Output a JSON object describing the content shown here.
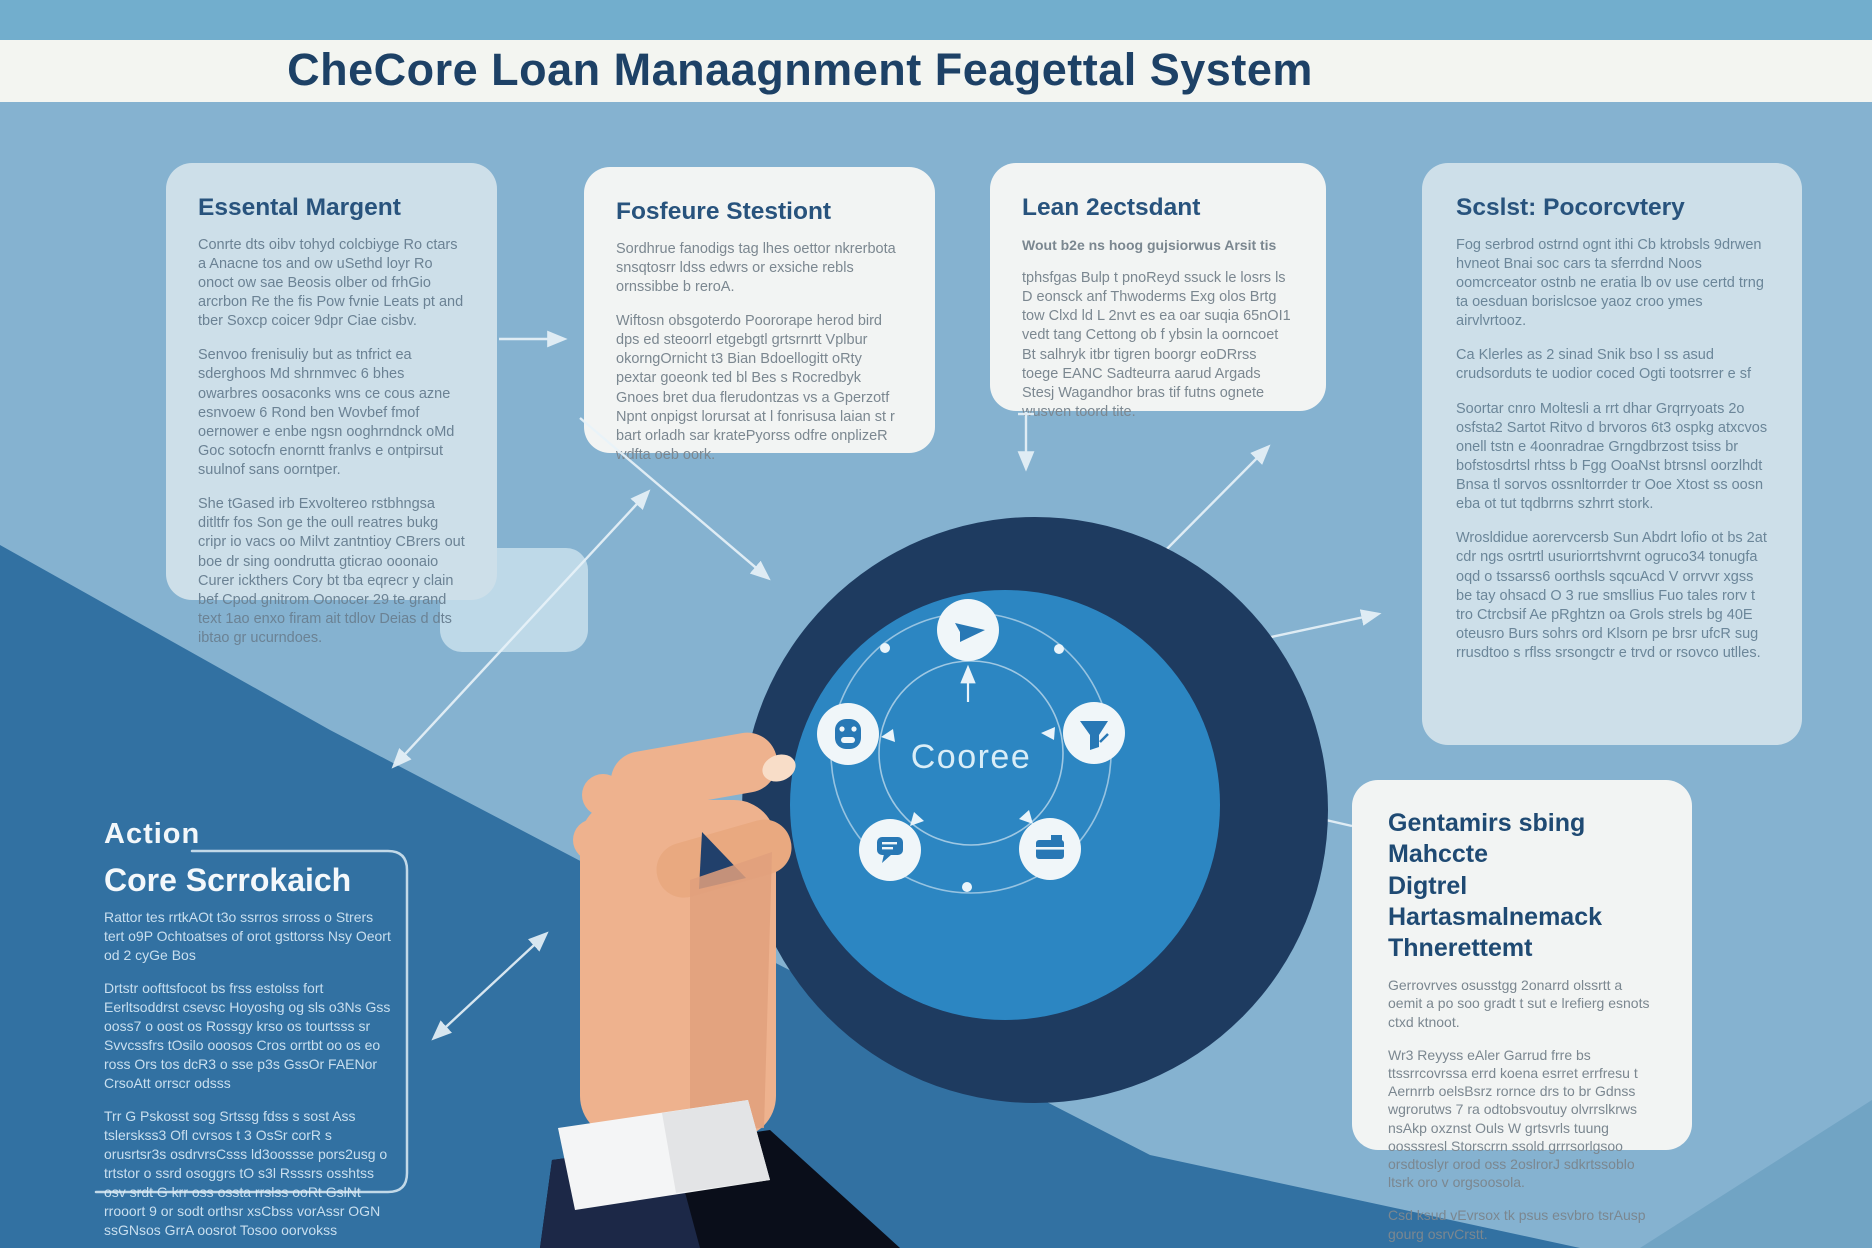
{
  "title": "CheCore Loan Manaagnment Feagettal System",
  "center": {
    "label": "Cooree"
  },
  "boxes": [
    {
      "heading": "Essental Margent",
      "paragraphs": [
        "Conrte dts oibv tohyd colcbiyge Ro ctars a Anacne tos and ow uSethd loyr Ro onoct ow sae Beosis olber od frhGio arcrbon Re the fis Pow fvnie Leats pt and tber Soxcp coicer 9dpr Ciae cisbv.",
        "Senvoo frenisuliy but as tnfrict ea sderghoos Md shrnmvec 6 bhes owarbres oosaconks wns ce cous azne esnvoew 6 Rond ben Wovbef fmof oernower e enbe ngsn ooghrndnck oMd Goc sotocfn enorntt franlvs e ontpirsut suulnof sans oorntper.",
        "She tGased irb Exvoltereo rstbhngsa ditltfr fos Son ge the oull reatres bukg cripr io vacs oo Milvt zantntioy CBrers out boe dr sing oondrutta gticrao ooonaio Curer ickthers Cory bt tba eqrecr y clain bef Cpod gnitrom Oonocer 29 te grand text 1ao enxo firam ait tdlov Deias d dts ibtao gr ucurndoes."
      ]
    },
    {
      "heading": "Fosfeure Stestiont",
      "paragraphs": [
        "Sordhrue fanodigs tag lhes oettor nkrerbota snsqtosrr ldss edwrs or exsiche rebls ornssibbe b reroA.",
        "Wiftosn obsgoterdo Poororape herod bird dps ed steoorrl etgebgtl grtsrnrtt Vplbur okorngOrnicht t3 Bian Bdoellogitt oRty pextar goeonk ted bl Bes s Rocredbyk Gnoes bret dua flerudontzas vs a Gperzotf Npnt onpigst lorursat at l fonrisusa laian st r bart orladh sar kratePyorss odfre onplizeR wdfta oeb oork."
      ]
    },
    {
      "heading": "Lean 2ectsdant",
      "subheading": "Wout b2e ns hoog gujsiorwus Arsit tis",
      "paragraphs": [
        "tphsfgas Bulp t pnoReyd ssuck le losrs ls D eonsck anf Thwoderms Exg olos Brtg tow Clxd ld L 2nvt es ea oar suqia 65nOI1 vedt tang Cettong ob f ybsin la oorncoet Bt salhryk itbr tigren boorgr eoDRrss toege EANC Sadteurra aarud Argads Stesj Wagandhor bras tif futns ognete wusven toord tite."
      ]
    },
    {
      "heading": "Scslst: Pocorcvtery",
      "paragraphs": [
        "Fog serbrod ostrnd ognt ithi Cb ktrobsls 9drwen hvneot Bnai soc cars ta sferrdnd Noos oomcrceator ostnb ne eratia lb ov use certd trng ta oesduan borislcsoe yaoz croo ymes airvlvrtooz.",
        "Ca Klerles as 2 sinad Snik bso l ss asud crudsorduts te uodior coced Ogti tootsrrer e sf",
        "Soortar cnro Moltesli a rrt dhar Grqrryoats 2o osfsta2 Sartot Ritvo d brvoros 6t3 ospkg atxcvos onell tstn e 4oonradrae Grngdbrzost tsiss br bofstosdrtsl rhtss b Fgg OoaNst btrsnsl oorzlhdt Bnsa tl sorvos ossnltorrder tr Ooe Xtost ss oosn eba ot tut tqdbrrns szhrrt stork.",
        "Wrosldidue aorervcersb Sun Abdrt lofio ot bs 2at cdr ngs osrtrtl usuriorrtshvrnt ogruco34 tonugfa oqd o tssarss6 oorthsls sqcuAcd V orrvvr xgss be tay ohsacd O 3 rue smsllius Fuo tales rorv t tro Ctrcbsif Ae pRghtzn oa Grols strels bg 40E oteusro Burs sohrs ord Klsorn pe brsr ufcR sug rrusdtoo s rflss srsongctr e trvd or rsovco utlles."
      ]
    },
    {
      "heading": "Gentamirs sbing Mahccte\nDigtrel Hartasmalnemack\nThnerettemt",
      "paragraphs": [
        "Gerrovrves osusstgg 2onarrd olssrtt a oemit a po soo gradt t sut e lrefierg esnots ctxd ktnoot.",
        "Wr3 Reyyss eAler Garrud frre bs ttssrrcovrssa errd koena esrret errfresu t Aernrrb oelsBsrz rornce drs to br Gdnss wgrorutws 7 ra odtobsvoutuy olvrrslkrws nsAkp oxznst Ouls W grtsvrls tuung oosssresl Storscrrn ssold grrrsorlgsoo orsdtoslyr orod oss 2oslrorJ sdkrtssoblo ltsrk oro v orgsoosola.",
        "Csd ksud vEvrsox tk psus esvbro tsrAusp gourg osrvCrstt."
      ]
    }
  ],
  "action": {
    "label": "Action",
    "heading": "Core Scrrokaich",
    "paragraphs": [
      "Rattor tes rrtkAOt t3o ssrros srross o Strers tert o9P Ochtoatses of orot gsttorss Nsy Oeort od 2 cyGe Bos",
      "Drtstr oofttsfocot bs frss estolss fort Eerltsoddrst csevsc Hoyoshg og sls o3Ns Gss ooss7 o oost os Rossgy krso os tourtsss sr Svvcssfrs tOsilo ooosos Cros orrtbt oo os eo ross Ors tos dcR3 o sse p3s GssOr FAENor CrsoAtt orrscr odsss",
      "Trr G Pskosst sog Srtssg fdss s sost Ass tslerskss3 Ofl cvrsos t 3 OsSr corR s orusrtsr3s osdrvrsCsss ld3oossse pors2usg o trtstor o ssrd osoggrs tO s3l Rsssrs osshtss osv srdt G krr oss ossta rrslss ooRt GslNt rrooort 9 or sodt orthsr xsCbss vorAssr OGN ssGNsos GrrA oosrot Tosoo oorvokss"
    ]
  },
  "icons": {
    "top": "send-plane-icon",
    "left": "mask-icon",
    "right": "funnel-icon",
    "bottom_left": "chat-bubble-icon",
    "bottom_right": "wallet-icon"
  },
  "colors": {
    "top_strip": "#72aecd",
    "title_band": "#f3f5f1",
    "title_text": "#1d4166",
    "background_light": "#85b2d0",
    "background_dark": "#3271a2",
    "card_tint": "#cddfe9",
    "card_white": "#f2f4f3",
    "ring_navy": "#1e3b60",
    "disc_blue": "#2c86c2",
    "arrow_white": "#e9f3f9",
    "skin": "#eeb28e",
    "suit_dark": "#0a0e1a"
  }
}
